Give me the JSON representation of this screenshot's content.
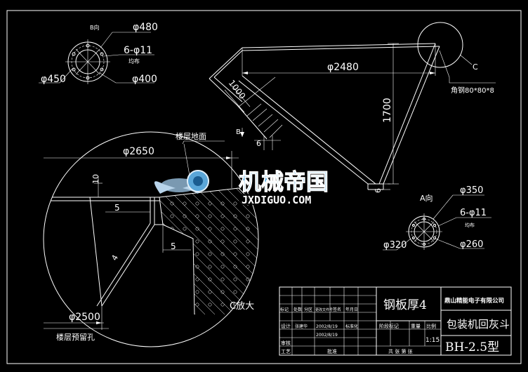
{
  "view_a_top": {
    "label": "B向",
    "d_outer": "φ480",
    "holes": "6-φ11",
    "holes_note": "均布",
    "d_left": "φ450",
    "d_pcd": "φ400"
  },
  "view_a_right": {
    "label": "A向",
    "d_outer": "φ350",
    "holes": "6-φ11",
    "holes_note": "均布",
    "d_left": "φ320",
    "d_pcd": "φ260"
  },
  "hopper": {
    "d_top": "φ2480",
    "h_1000": "1000",
    "h_1700": "1700",
    "dim_6a": "6",
    "dim_6b": "6",
    "label_b": "B",
    "label_c": "C",
    "angle_note": "角钢80*80*8"
  },
  "detail": {
    "d_2650": "φ2650",
    "floor_label": "楼层地面",
    "dim_10": "10",
    "dim_5a": "5",
    "dim_5b": "5",
    "dim_4": "4",
    "d_2500": "φ2500",
    "hole_label": "楼层预留孔",
    "zoom_label": "C放大"
  },
  "watermark": {
    "title": "机械帝国",
    "url": "JXDIGUO.COM"
  },
  "title_block": {
    "material": "钢板厚4",
    "company": "鼎山精能电子有限公司",
    "part_name": "包装机回灰斗",
    "model": "BH-2.5型",
    "scale": "1:15",
    "row_labels": [
      "标记",
      "处数",
      "分区",
      "更改文件号",
      "签名",
      "年月日"
    ],
    "design": "设计",
    "designer": "张建华",
    "design_date": "2002/8/19",
    "std": "标准化",
    "date2": "2002/8/19",
    "check": "审核",
    "process": "工艺",
    "approve": "批准",
    "stage": "阶段标记",
    "weight": "重量",
    "ratio": "比例",
    "sheets": "共 张 第 张"
  }
}
